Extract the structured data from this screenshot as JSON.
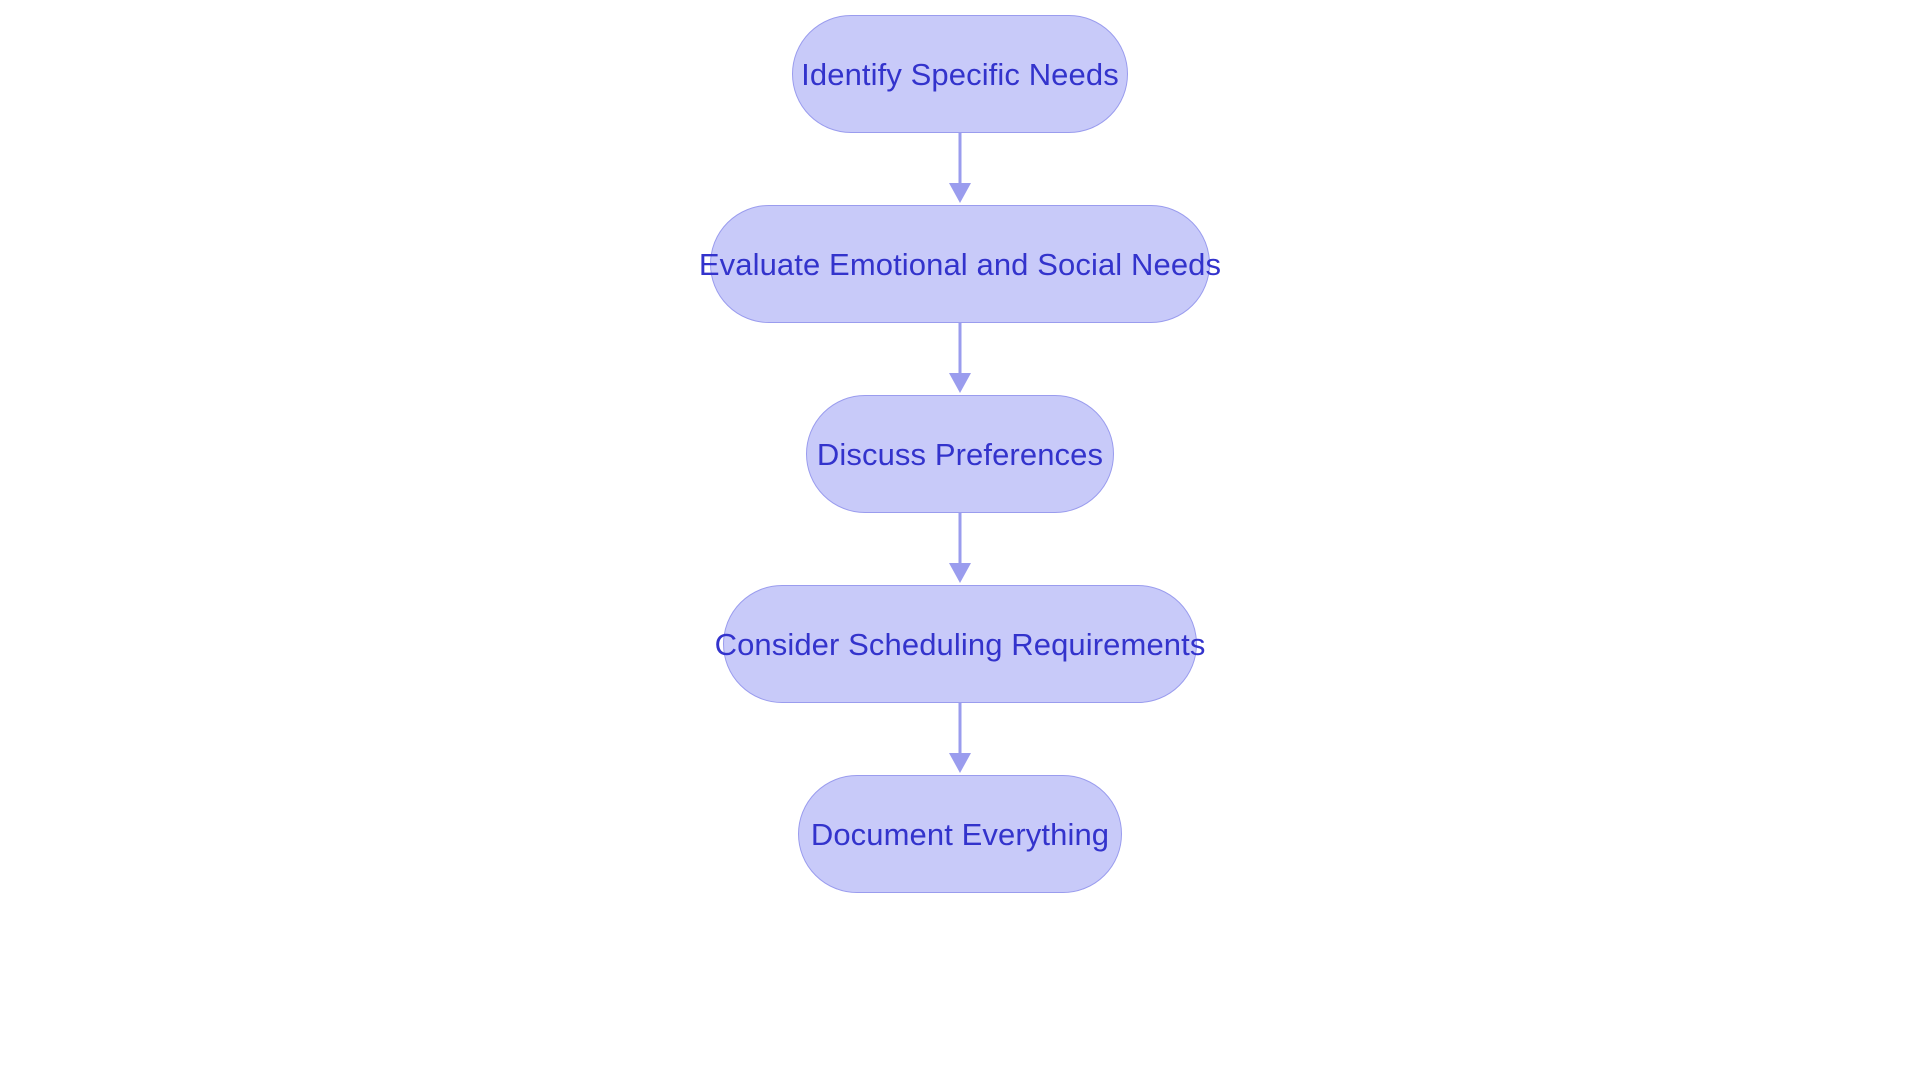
{
  "diagram": {
    "type": "flowchart",
    "orientation": "top-to-bottom",
    "title": "",
    "background_color": "#ffffff",
    "node_fill_color": "#c8caf9",
    "node_border_color": "#9a9cee",
    "node_text_color": "#3333cc",
    "connector_color": "#9a9cee",
    "node_shape": "stadium",
    "nodes": [
      {
        "id": "n1",
        "label": "Identify Specific Needs"
      },
      {
        "id": "n2",
        "label": "Evaluate Emotional and Social Needs"
      },
      {
        "id": "n3",
        "label": "Discuss Preferences"
      },
      {
        "id": "n4",
        "label": "Consider Scheduling Requirements"
      },
      {
        "id": "n5",
        "label": "Document Everything"
      }
    ],
    "edges": [
      {
        "id": "e1",
        "from": "n1",
        "to": "n2",
        "label": "",
        "arrow": "down"
      },
      {
        "id": "e2",
        "from": "n2",
        "to": "n3",
        "label": "",
        "arrow": "down"
      },
      {
        "id": "e3",
        "from": "n3",
        "to": "n4",
        "label": "",
        "arrow": "down"
      },
      {
        "id": "e4",
        "from": "n4",
        "to": "n5",
        "label": "",
        "arrow": "down"
      }
    ]
  }
}
